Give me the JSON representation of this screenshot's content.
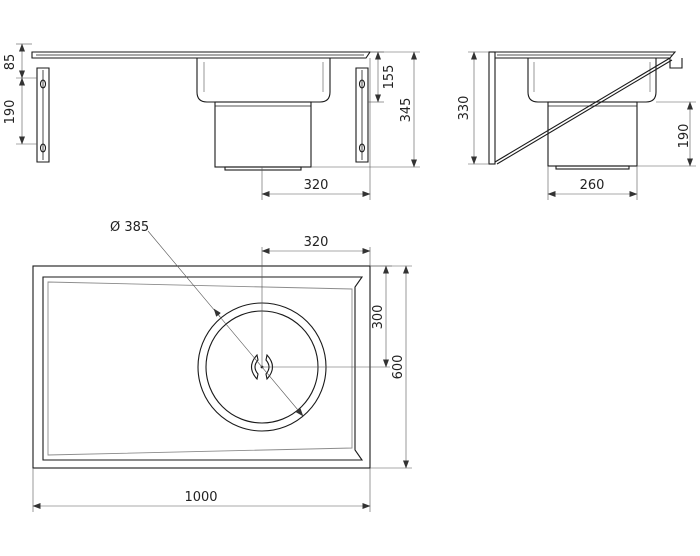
{
  "front_view": {
    "dim_85": "85",
    "dim_190": "190",
    "dim_155": "155",
    "dim_345": "345",
    "dim_320": "320"
  },
  "side_view": {
    "dim_330": "330",
    "dim_190": "190",
    "dim_260": "260"
  },
  "top_view": {
    "dim_diameter": "Ø 385",
    "dim_320": "320",
    "dim_300": "300",
    "dim_600": "600",
    "dim_1000": "1000"
  },
  "colors": {
    "line": "#1a1a1a",
    "dimension": "#555555",
    "inner_edge": "#8c8c8c"
  }
}
